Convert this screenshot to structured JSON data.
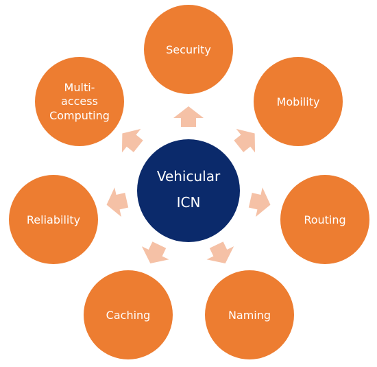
{
  "center": {
    "lines": [
      "Vehicular",
      "ICN"
    ],
    "color": "#0b2a6b"
  },
  "nodes": [
    {
      "id": "security",
      "lines": [
        "Security"
      ]
    },
    {
      "id": "mobility",
      "lines": [
        "Mobility"
      ]
    },
    {
      "id": "routing",
      "lines": [
        "Routing"
      ]
    },
    {
      "id": "naming",
      "lines": [
        "Naming"
      ]
    },
    {
      "id": "caching",
      "lines": [
        "Caching"
      ]
    },
    {
      "id": "reliability",
      "lines": [
        "Reliability"
      ]
    },
    {
      "id": "multi-access-computing",
      "lines": [
        "Multi-",
        "access",
        "Computing"
      ]
    }
  ],
  "colors": {
    "node": "#ed7d31",
    "arrow": "#f5c1a6",
    "text": "#ffffff"
  }
}
